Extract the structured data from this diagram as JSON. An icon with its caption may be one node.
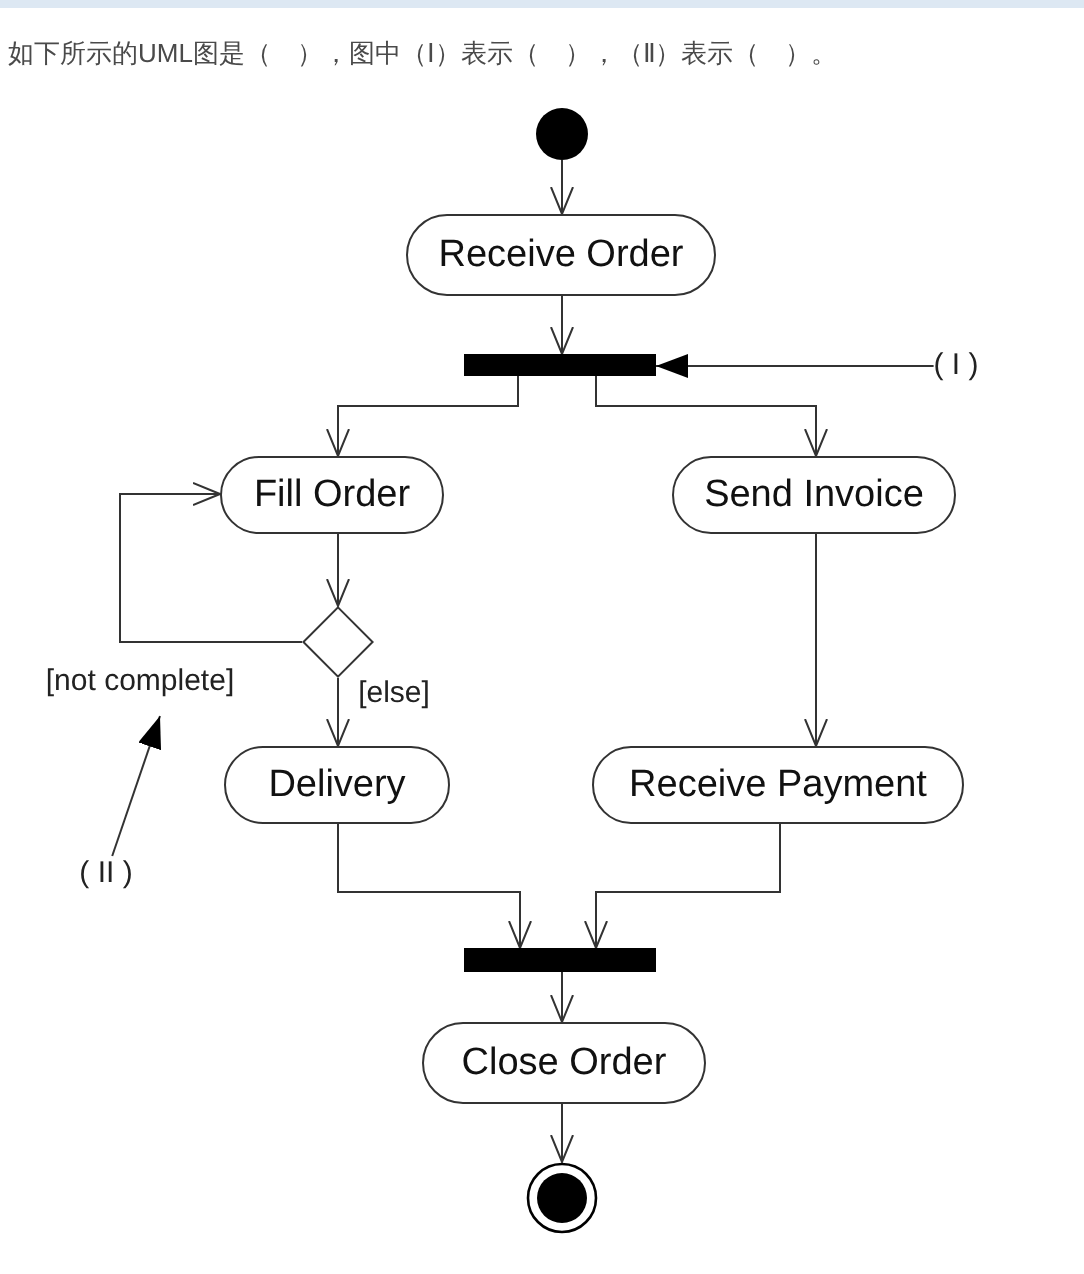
{
  "diagram": {
    "title": "如下所示的UML图是（　），图中（Ⅰ）表示（　），（Ⅱ）表示（　）。",
    "nodes": [
      {
        "text": [],
        "shape": "circle"
      },
      {
        "text": [
          "Receive Order"
        ]
      },
      {
        "text": [],
        "shape": "bar"
      },
      {
        "text": [
          "( I )"
        ]
      },
      {
        "text": [
          "Fill Order"
        ]
      },
      {
        "text": [
          "Send Invoice"
        ]
      },
      {
        "text": [],
        "shape": "diamond"
      },
      {
        "text": [
          "Delivery"
        ]
      },
      {
        "text": [
          "Receive Payment"
        ]
      },
      {
        "text": [
          "( II )"
        ]
      },
      {
        "text": [],
        "shape": "bar"
      },
      {
        "text": [
          "Close Order"
        ]
      },
      {
        "text": [],
        "shape": "circle"
      }
    ],
    "edges": [
      {
        "from": 0,
        "to": 1,
        "arrow": "to"
      },
      {
        "from": 1,
        "to": 2,
        "arrow": "to"
      },
      {
        "from": 3,
        "to": 2,
        "arrow": "to"
      },
      {
        "from": 2,
        "to": 4,
        "arrow": "to"
      },
      {
        "from": 2,
        "to": 5,
        "arrow": "to"
      },
      {
        "from": 4,
        "to": 6,
        "arrow": "to"
      },
      {
        "from": 6,
        "to": 4,
        "arrow": "to",
        "label": "[not complete]"
      },
      {
        "from": 6,
        "to": 7,
        "arrow": "to",
        "label": "[else]"
      },
      {
        "from": 5,
        "to": 8,
        "arrow": "to"
      },
      {
        "from": 7,
        "to": 10,
        "arrow": "to"
      },
      {
        "from": 8,
        "to": 10,
        "arrow": "to"
      },
      {
        "from": 10,
        "to": 11,
        "arrow": "to"
      },
      {
        "from": 11,
        "to": 12,
        "arrow": "to"
      },
      {
        "from": 9,
        "to": null,
        "arrow": "to"
      }
    ]
  }
}
